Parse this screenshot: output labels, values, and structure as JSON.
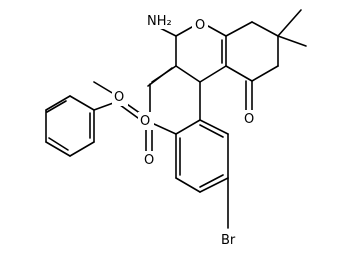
{
  "molecule": {
    "type": "structural-formula",
    "labels": {
      "amino": "NH₂",
      "ring_oxygen": "O",
      "ester_methoxy_oxygen": "O",
      "ester_carbonyl_oxygen": "O",
      "ketone_oxygen": "O",
      "benzyloxy_oxygen": "O",
      "bromine": "Br"
    }
  }
}
